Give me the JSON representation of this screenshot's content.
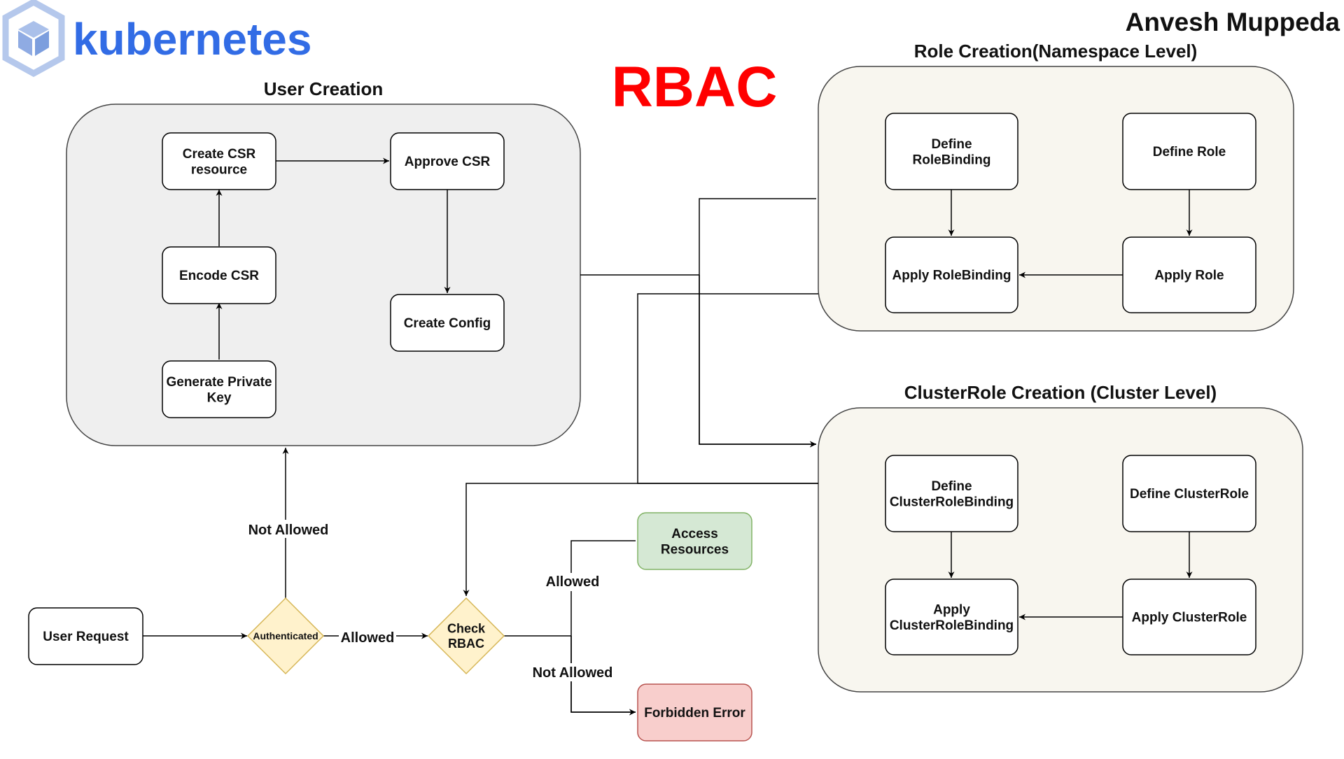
{
  "brand": {
    "logo_text": "kubernetes",
    "logo_color": "#326ce5",
    "author": "Anvesh Muppeda",
    "title": "RBAC",
    "title_color": "#ff0000"
  },
  "groups": {
    "user_creation": {
      "title": "User Creation",
      "fill": "#efefef"
    },
    "role_creation": {
      "title": "Role Creation(Namespace Level)",
      "fill": "#f8f6ef"
    },
    "clusterrole_creation": {
      "title": "ClusterRole Creation (Cluster Level)",
      "fill": "#f8f6ef"
    }
  },
  "nodes": {
    "create_csr": {
      "lines": [
        "Create CSR",
        "resource"
      ]
    },
    "approve_csr": {
      "lines": [
        "Approve CSR"
      ]
    },
    "encode_csr": {
      "lines": [
        "Encode CSR"
      ]
    },
    "create_config": {
      "lines": [
        "Create Config"
      ]
    },
    "generate_key": {
      "lines": [
        "Generate Private",
        "Key"
      ]
    },
    "define_rolebinding": {
      "lines": [
        "Define",
        "RoleBinding"
      ]
    },
    "define_role": {
      "lines": [
        "Define Role"
      ]
    },
    "apply_rolebinding": {
      "lines": [
        "Apply RoleBinding"
      ]
    },
    "apply_role": {
      "lines": [
        "Apply Role"
      ]
    },
    "define_crb": {
      "lines": [
        "Define",
        "ClusterRoleBinding"
      ]
    },
    "define_cr": {
      "lines": [
        "Define ClusterRole"
      ]
    },
    "apply_crb": {
      "lines": [
        "Apply",
        "ClusterRoleBinding"
      ]
    },
    "apply_cr": {
      "lines": [
        "Apply ClusterRole"
      ]
    },
    "user_request": {
      "lines": [
        "User Request"
      ]
    },
    "access_resources": {
      "lines": [
        "Access",
        "Resources"
      ],
      "fill": "#d5e8d4",
      "stroke": "#82b366"
    },
    "forbidden_error": {
      "lines": [
        "Forbidden Error"
      ],
      "fill": "#f8cecc",
      "stroke": "#b85450"
    }
  },
  "decisions": {
    "authenticated": {
      "lines": [
        "Authenticated"
      ],
      "fill": "#fff2cc",
      "stroke": "#d6b656"
    },
    "check_rbac": {
      "lines": [
        "Check",
        "RBAC"
      ],
      "fill": "#fff2cc",
      "stroke": "#d6b656"
    }
  },
  "edge_labels": {
    "not_allowed_auth": "Not Allowed",
    "allowed_auth": "Allowed",
    "allowed_rbac": "Allowed",
    "not_allowed_rbac": "Not Allowed"
  }
}
